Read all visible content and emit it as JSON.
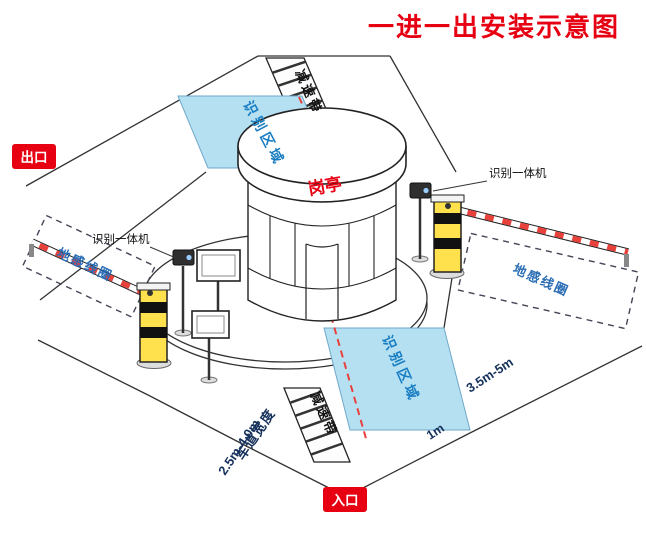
{
  "title": "一进一出安装示意图",
  "labels": {
    "exit": "出口",
    "entrance": "入口",
    "booth": "岗亭",
    "recognition_area_top": "识别区域",
    "recognition_area_bottom": "识别区域",
    "speed_bump_top": "减速带",
    "speed_bump_bottom": "减速带",
    "ground_coil_left": "地感线圈",
    "ground_coil_right": "地感线圈",
    "recognition_machine_left": "识别一体机",
    "recognition_machine_right": "识别一体机"
  },
  "measurements": {
    "coil_distance": "3.5m-5m",
    "area_distance": "1m",
    "lane_width_label": "车道宽度",
    "lane_width_value": "2.5m-4.0m"
  },
  "colors": {
    "accent_red": "#e60012",
    "recognition_fill": "#b5e0f2",
    "recognition_text": "#1a7ec2",
    "coil_text": "#2a6db5",
    "measure_text": "#16325c",
    "barrier_yellow": "#ffe14d",
    "pole_red": "#e8413c"
  }
}
